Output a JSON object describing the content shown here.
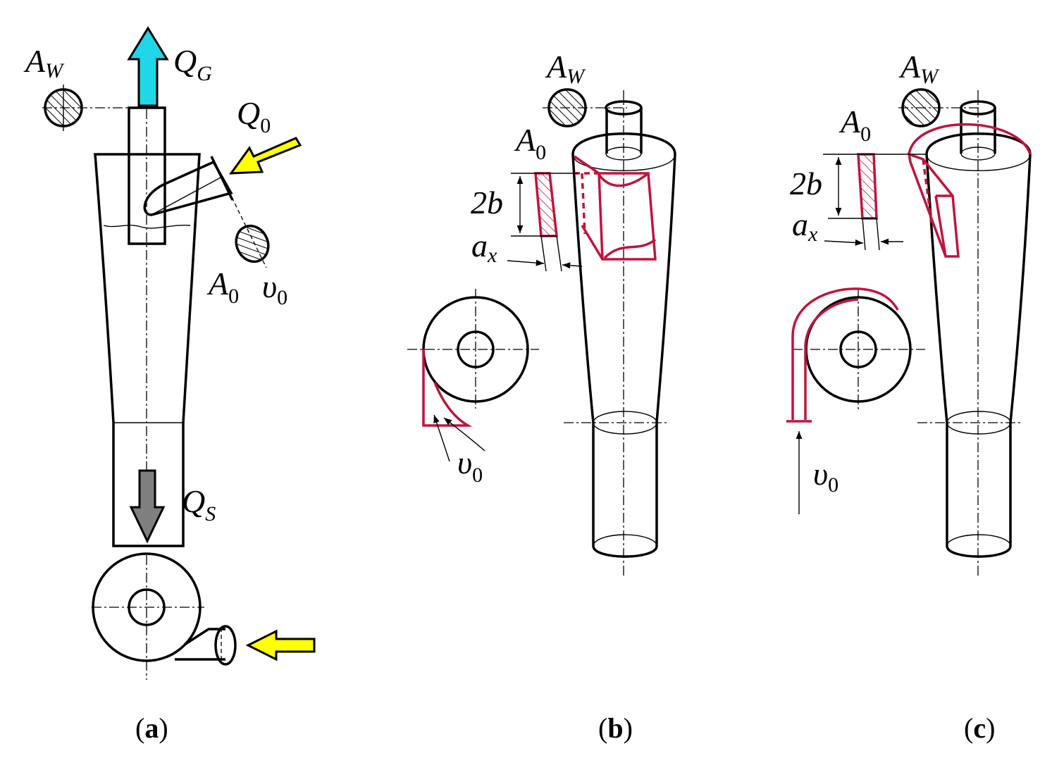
{
  "labels": {
    "A_main": "A",
    "A_w_sub": "W",
    "Q_main": "Q",
    "Q_G_sub": "G",
    "Q_0_sub": "0",
    "Q_S_sub": "S",
    "A_0_sub": "0",
    "v_main": "υ",
    "v_0_sub": "0",
    "two_b": "2b",
    "a_main": "a",
    "a_x_sub": "x"
  },
  "captions": {
    "a_open": "(",
    "a_letter": "a",
    "a_close": ")",
    "b_open": "(",
    "b_letter": "b",
    "b_close": ")",
    "c_open": "(",
    "c_letter": "c",
    "c_close": ")"
  },
  "colors": {
    "outlet_arrow": "#1fd7e6",
    "inlet_arrow": "#ffff00",
    "underflow_arrow": "#7f7f7f",
    "inlet_outline": "#c0143c",
    "outline": "#000000"
  }
}
